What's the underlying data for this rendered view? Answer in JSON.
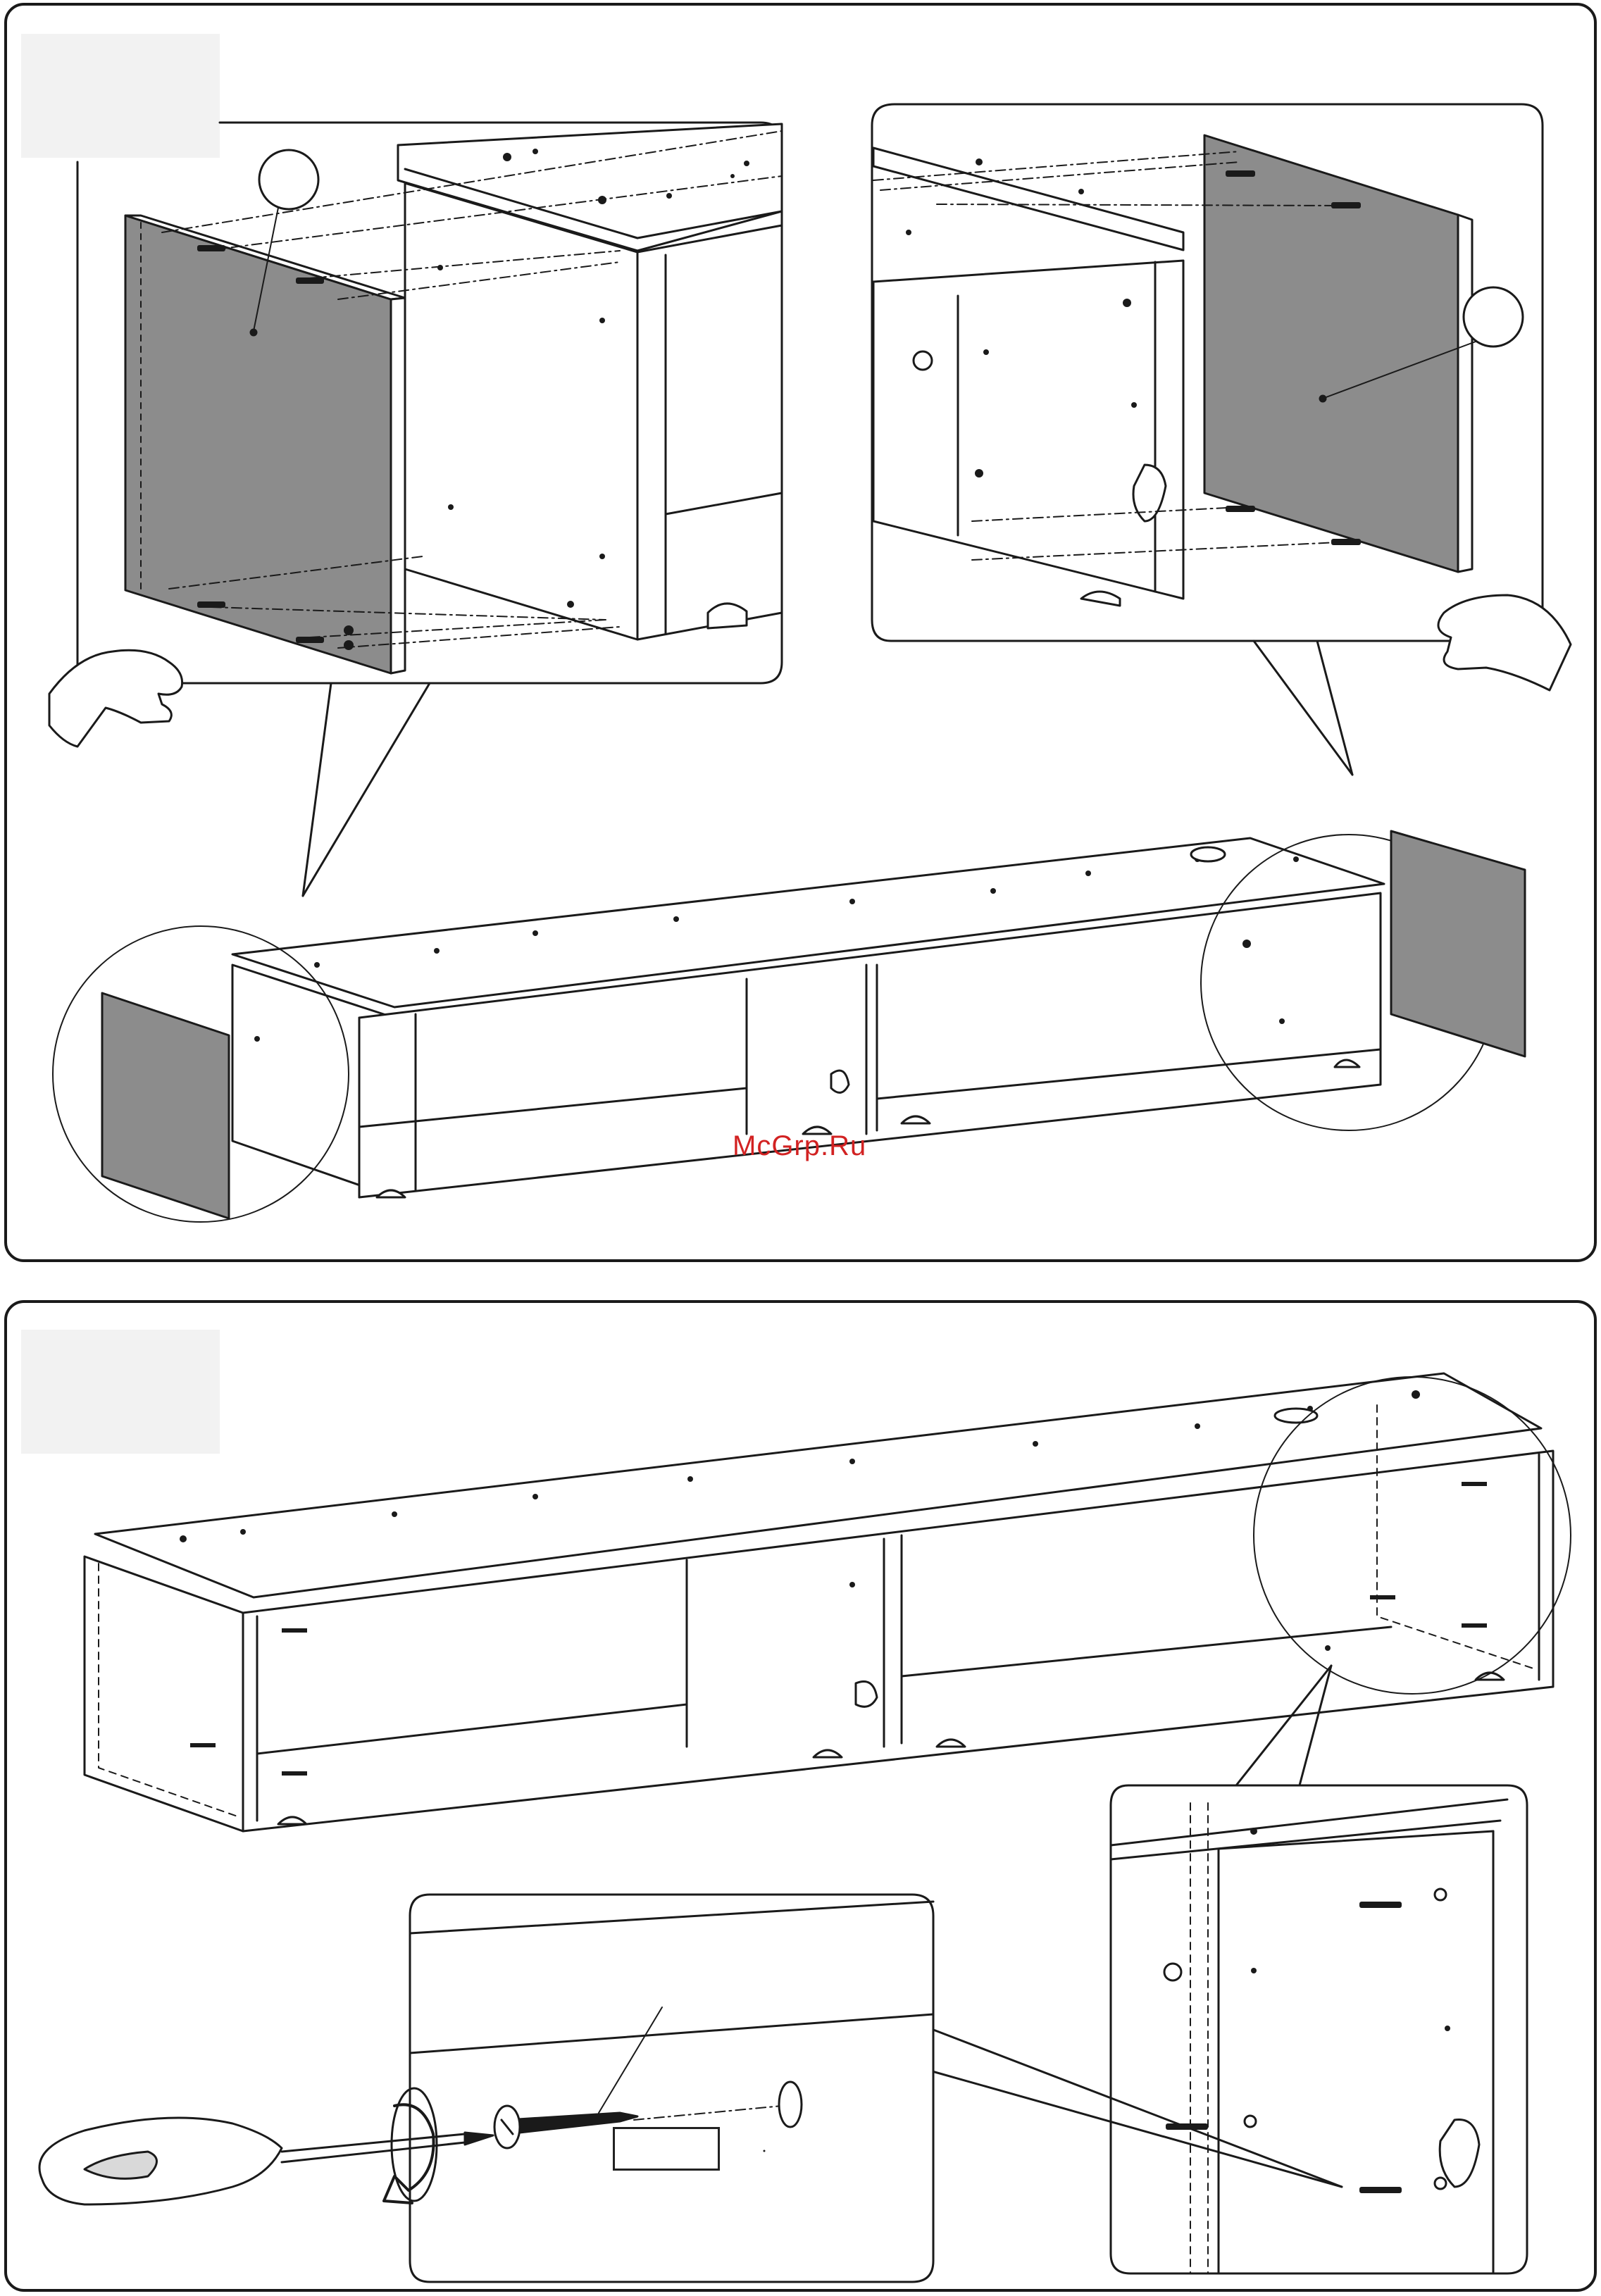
{
  "document": {
    "type": "furniture assembly instructions",
    "steps": [
      {
        "id": "step-a",
        "number": ""
      },
      {
        "id": "step-b",
        "number": ""
      }
    ]
  },
  "watermark": {
    "text": "McGrp.Ru",
    "color": "#d22222"
  },
  "colors": {
    "line": "#1a1a1a",
    "side_panel": "#8c8c8c",
    "step_box": "#f2f2f2"
  },
  "icons": [
    "hand-icon",
    "screwdriver-icon",
    "rotate-arrow-icon",
    "screw-icon",
    "dowel-icon",
    "cam-lock-icon"
  ]
}
